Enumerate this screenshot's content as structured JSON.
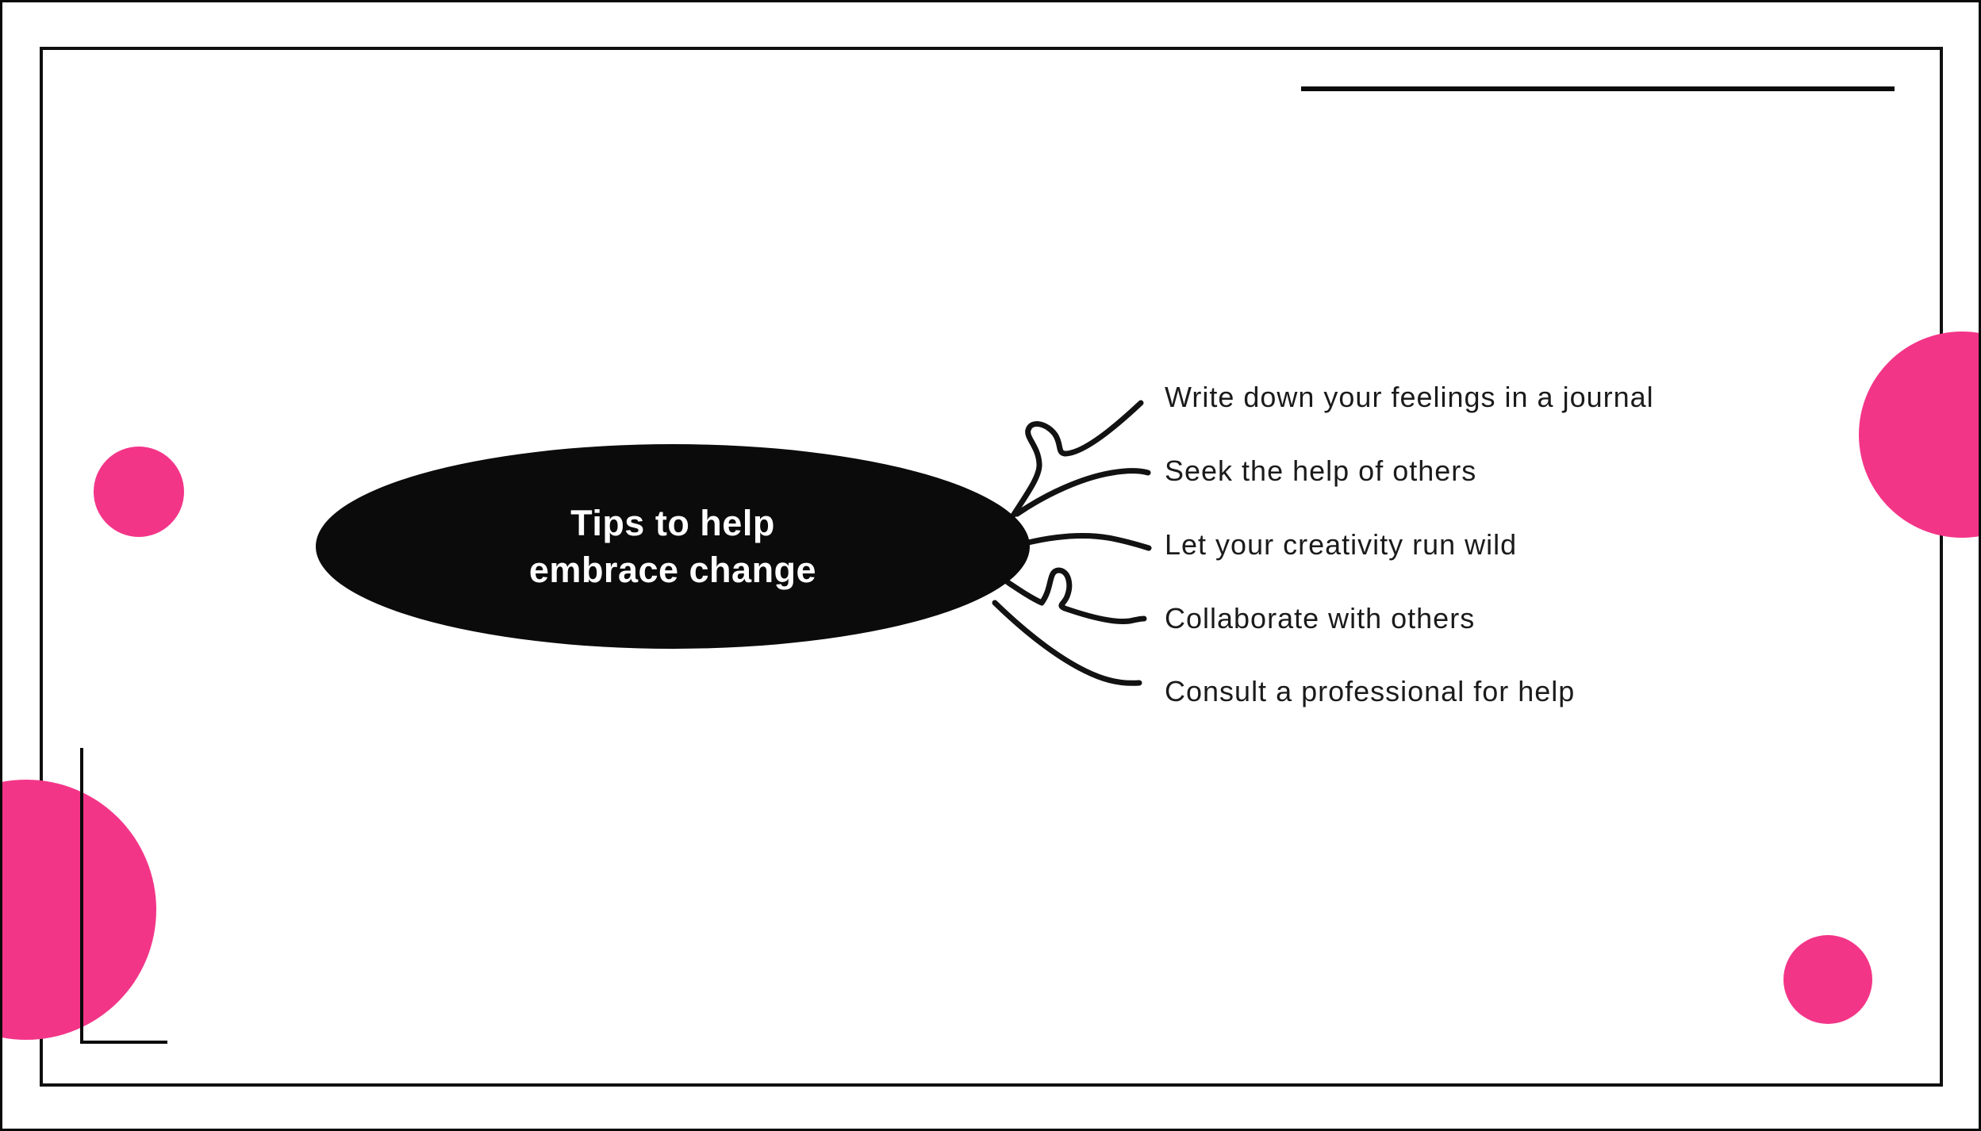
{
  "slide": {
    "background_color": "#ffffff",
    "frame_color": "#101010",
    "accent_pink": "#F33588",
    "ink_black": "#0b0b0b",
    "title_text_color": "#ffffff",
    "label_text_color": "#1b1b1b"
  },
  "center_topic": {
    "line1": "Tips to help",
    "line2": "embrace change",
    "full_text": "Tips to help embrace change"
  },
  "branches": [
    {
      "label": "Write down your feelings in a journal"
    },
    {
      "label": "Seek the help of others"
    },
    {
      "label": "Let your creativity run wild"
    },
    {
      "label": "Collaborate with others"
    },
    {
      "label": "Consult a professional for help"
    }
  ],
  "decorations": {
    "pink_circles_count": 4,
    "corner_lines": [
      "top-right-horizontal-line",
      "bottom-left-L-line"
    ]
  }
}
